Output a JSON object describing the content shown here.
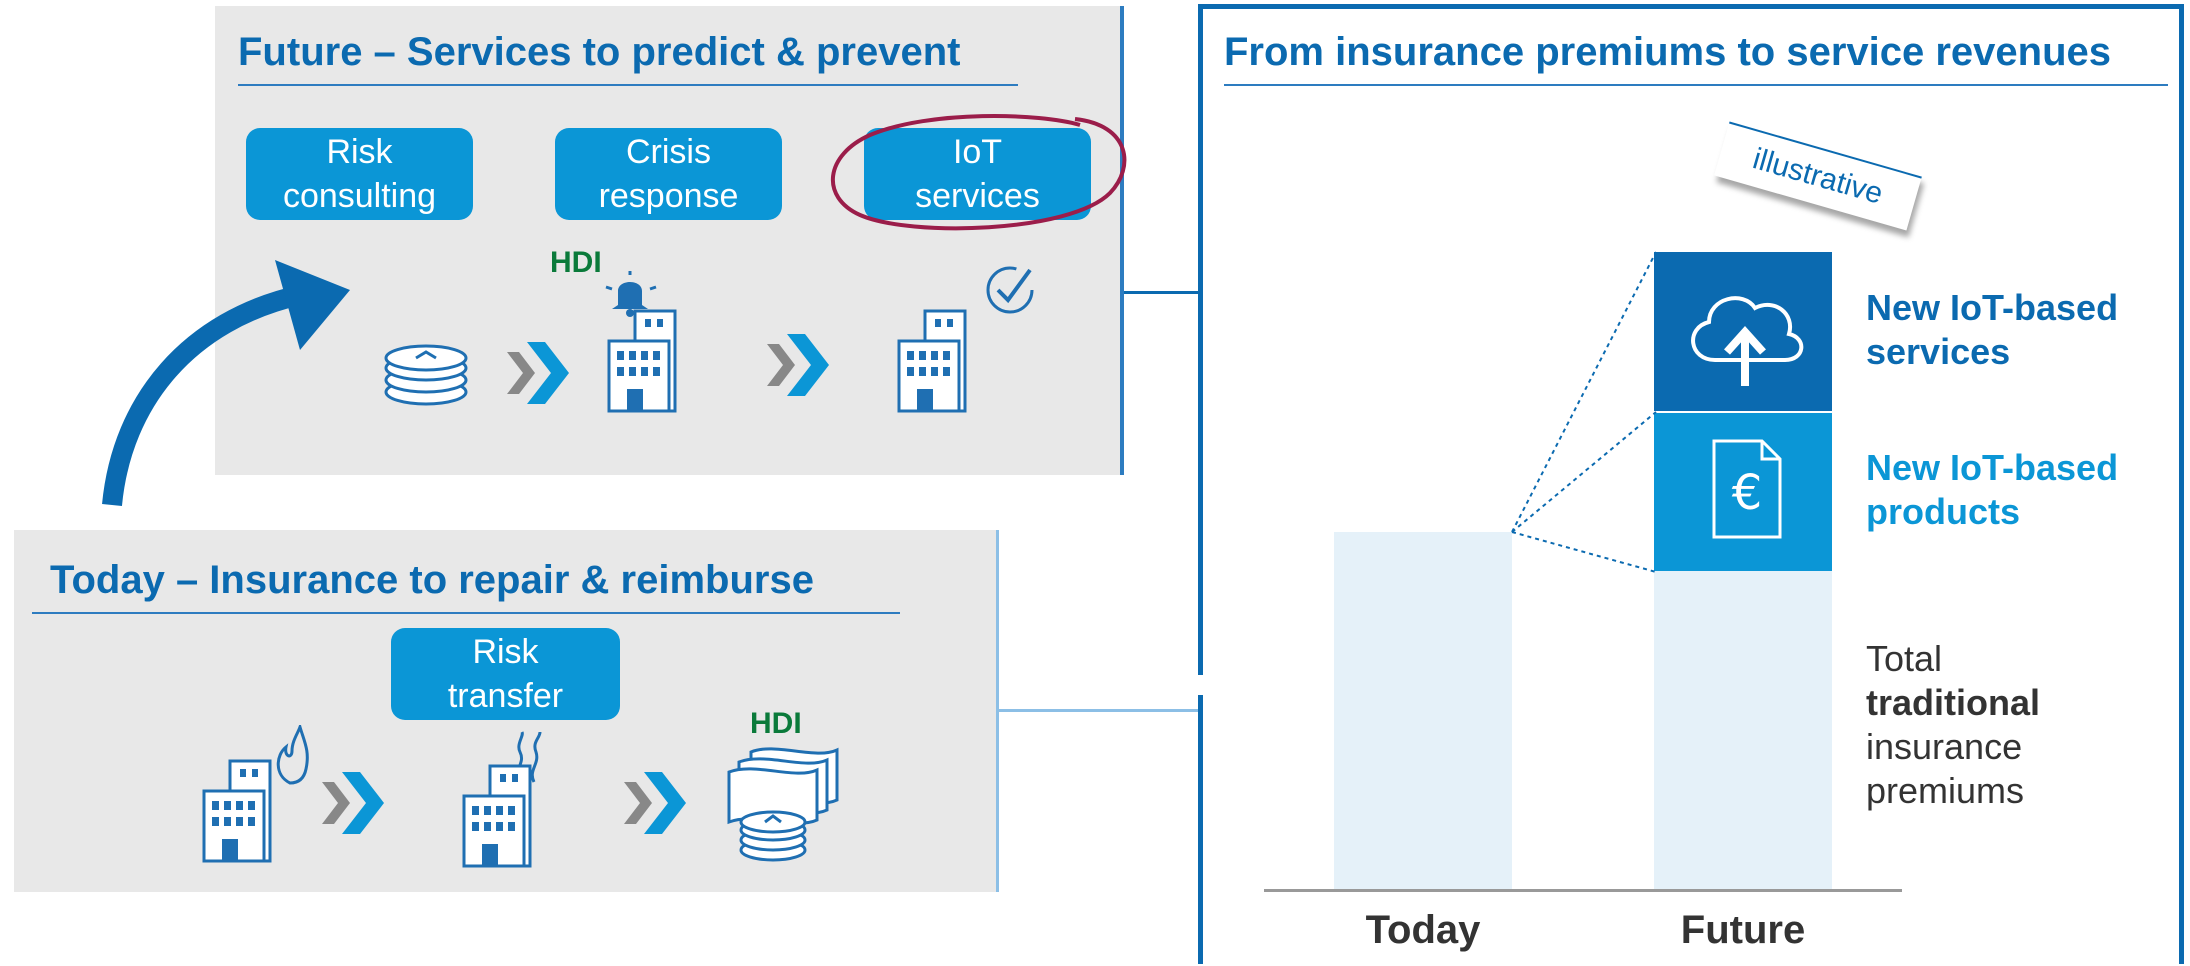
{
  "future": {
    "title": "Future – Services to predict & prevent",
    "pills": [
      {
        "line1": "Risk",
        "line2": "consulting"
      },
      {
        "line1": "Crisis",
        "line2": "response"
      },
      {
        "line1": "IoT",
        "line2": "services"
      }
    ],
    "brand": "HDI"
  },
  "today": {
    "title": "Today – Insurance to repair & reimburse",
    "pill": {
      "line1": "Risk",
      "line2": "transfer"
    },
    "brand": "HDI"
  },
  "right": {
    "title": "From insurance premiums to service revenues",
    "stamp": "illustrative",
    "labels": {
      "services": {
        "line1": "New IoT-based",
        "line2": "services"
      },
      "products": {
        "line1": "New IoT-based",
        "line2": "products"
      },
      "traditional": {
        "line1": "Total",
        "line2": "traditional",
        "line3": "insurance",
        "line4": "premiums"
      }
    },
    "categories": [
      "Today",
      "Future"
    ]
  },
  "colors": {
    "dark_blue": "#0b6ab0",
    "mid_blue": "#0b96d6",
    "light_blue": "#e5f1f9",
    "highlight": "#9b1d4a",
    "hdi_green": "#0a7a3a",
    "hdi_red": "#d32027"
  },
  "icons": [
    "coin-stack-icon",
    "chevron-icon",
    "building-icon",
    "bell-icon",
    "checkmark-icon",
    "fire-icon",
    "smoke-icon",
    "cash-icon",
    "cloud-upload-icon",
    "euro-document-icon",
    "curved-arrow-icon"
  ]
}
